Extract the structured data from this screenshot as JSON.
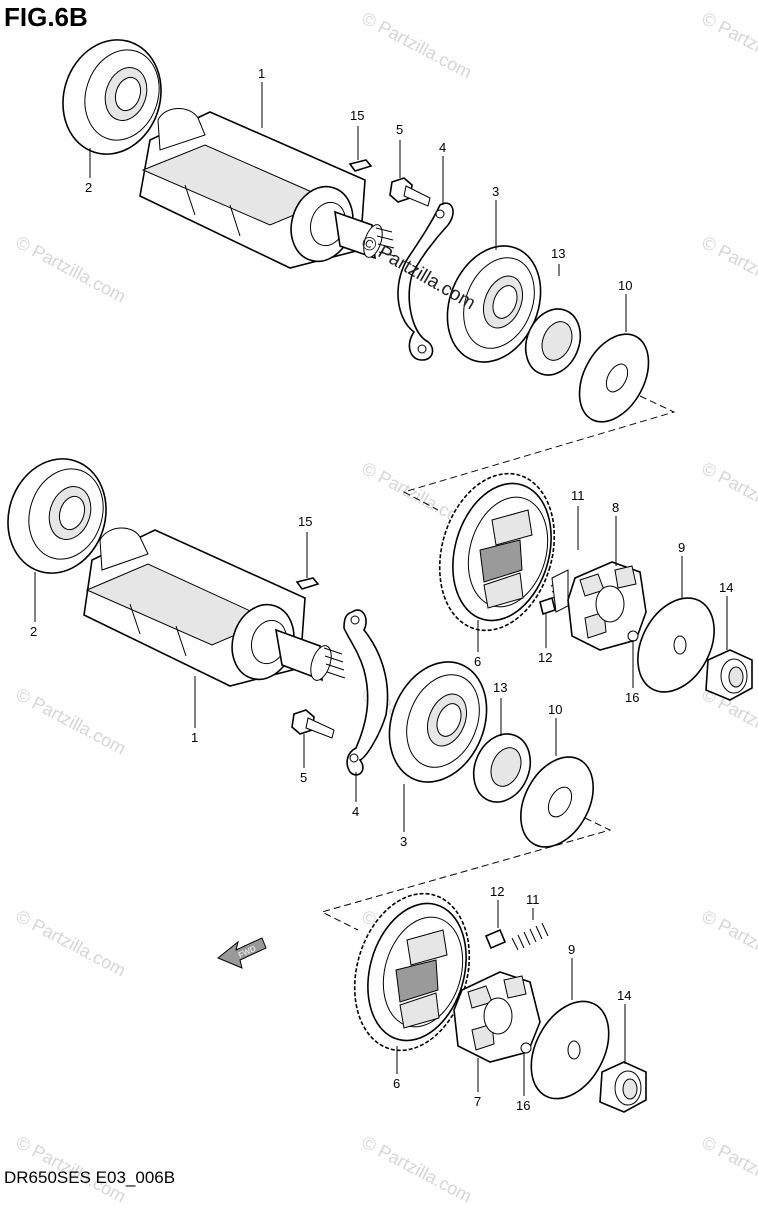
{
  "figure": {
    "title": "FIG.6B",
    "footer_code": "DR650SES E03_006B"
  },
  "watermark": {
    "text": "© Partzilla.com",
    "center_text": "© Partzilla.com"
  },
  "labels": {
    "top": {
      "shaft": "1",
      "bearing_left": "2",
      "bearing_right": "3",
      "retainer": "4",
      "bolt": "5",
      "washer": "10",
      "spacer": "13",
      "key": "15"
    },
    "middle": {
      "shaft": "1",
      "bearing_left": "2",
      "bearing_right": "3",
      "retainer": "4",
      "bolt": "5",
      "gear": "6",
      "damper_hub": "8",
      "plate_washer": "9",
      "washer": "10",
      "spring": "11",
      "pin": "12",
      "spacer": "13",
      "nut": "14",
      "key": "15",
      "small_pin": "16"
    },
    "bottom": {
      "gear": "6",
      "damper_hub": "7",
      "plate_washer": "9",
      "spring": "11",
      "pin": "12",
      "nut": "14",
      "small_pin": "16"
    }
  },
  "fwd_arrow": {
    "text": "FWD"
  }
}
